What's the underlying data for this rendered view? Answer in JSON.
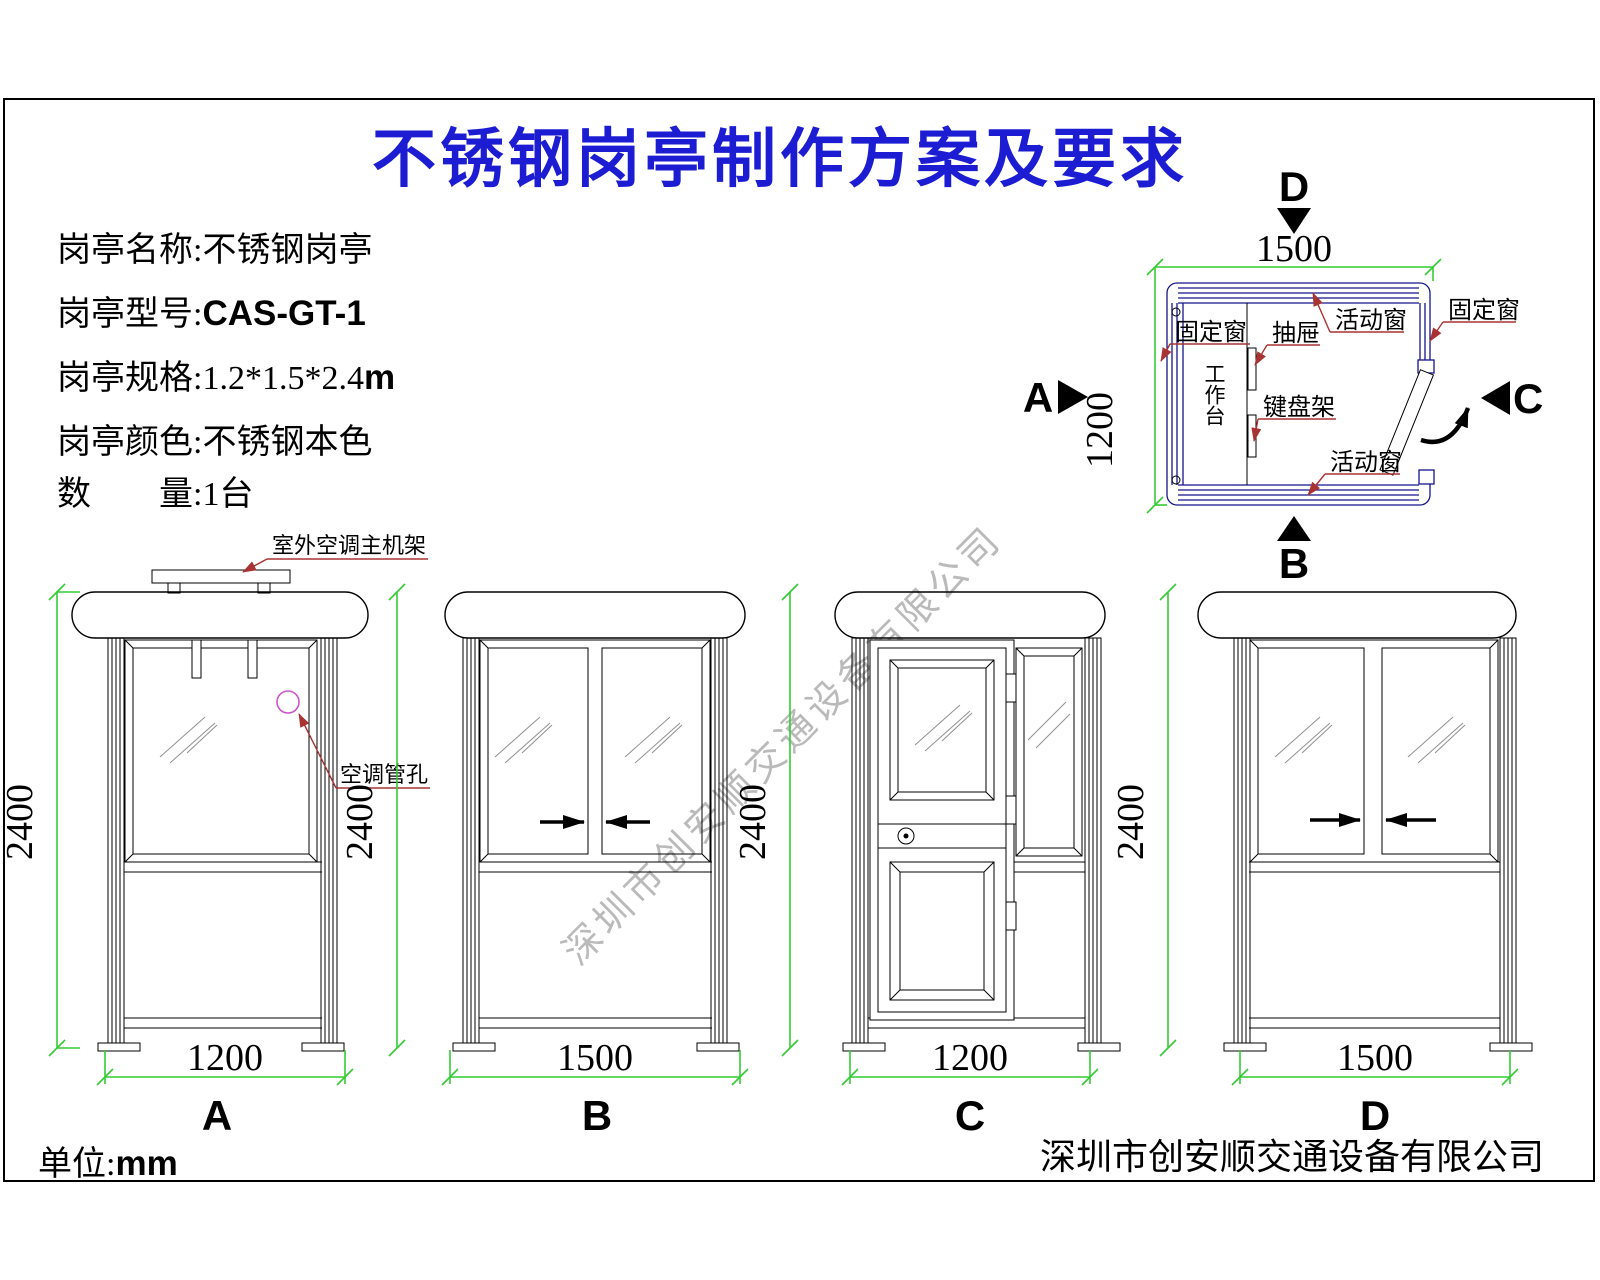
{
  "title": "不锈钢岗亭制作方案及要求",
  "specs": {
    "name_label": "岗亭名称:",
    "name_value": "不锈钢岗亭",
    "model_label": "岗亭型号:",
    "model_value": "CAS-GT-1",
    "size_label": "岗亭规格:",
    "size_value": "1.2*1.5*2.4",
    "size_unit": "m",
    "color_label": "岗亭颜色:",
    "color_value": "不锈钢本色",
    "qty_label": "数　　量:",
    "qty_value": "1台"
  },
  "plan": {
    "dim_width": "1500",
    "dim_height": "1200",
    "arrows": {
      "top": "D",
      "bottom": "B",
      "left": "A",
      "right": "C"
    },
    "labels": {
      "fixed_window_left": "固定窗",
      "fixed_window_right": "固定窗",
      "sliding_window_top": "活动窗",
      "sliding_window_bottom": "活动窗",
      "drawer": "抽屉",
      "keyboard_rack": "键盘架",
      "worktable": "工作台"
    }
  },
  "elevations": {
    "height_label": "2400",
    "a": {
      "letter": "A",
      "width": "1200",
      "rack_label": "室外空调主机架",
      "hole_label": "空调管孔"
    },
    "b": {
      "letter": "B",
      "width": "1500"
    },
    "c": {
      "letter": "C",
      "width": "1200"
    },
    "d": {
      "letter": "D",
      "width": "1500"
    }
  },
  "footer": {
    "unit_label": "单位:",
    "unit_value": "mm",
    "company": "深圳市创安顺交通设备有限公司"
  },
  "watermark": "深圳市创安顺交通设备有限公司",
  "colors": {
    "title_blue": "#1C1CD2",
    "dimension_green": "#33CC33",
    "leader_red": "#A93232",
    "hole_magenta": "#CC55CC",
    "wall_navy": "#14148C",
    "watermark_gray": "#BABABA"
  }
}
